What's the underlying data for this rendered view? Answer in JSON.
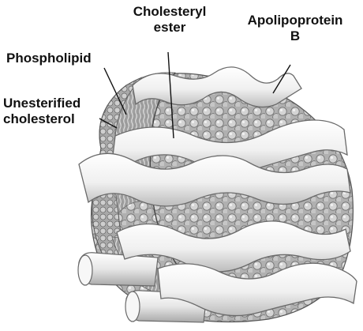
{
  "labels": {
    "cholesteryl_ester": [
      "Cholesteryl",
      "ester"
    ],
    "apolipoprotein_b": [
      "Apolipoprotein",
      "B"
    ],
    "phospholipid": "Phospholipid",
    "unesterified_cholesterol": [
      "Unesterified",
      "cholesterol"
    ]
  },
  "colors": {
    "text": "#111111",
    "leader_line": "#111111",
    "particle_fill": "#bdbdbd",
    "particle_dark": "#8a8a8a",
    "band_fill": "#f4f4f4",
    "band_stroke": "#7a7a7a"
  }
}
